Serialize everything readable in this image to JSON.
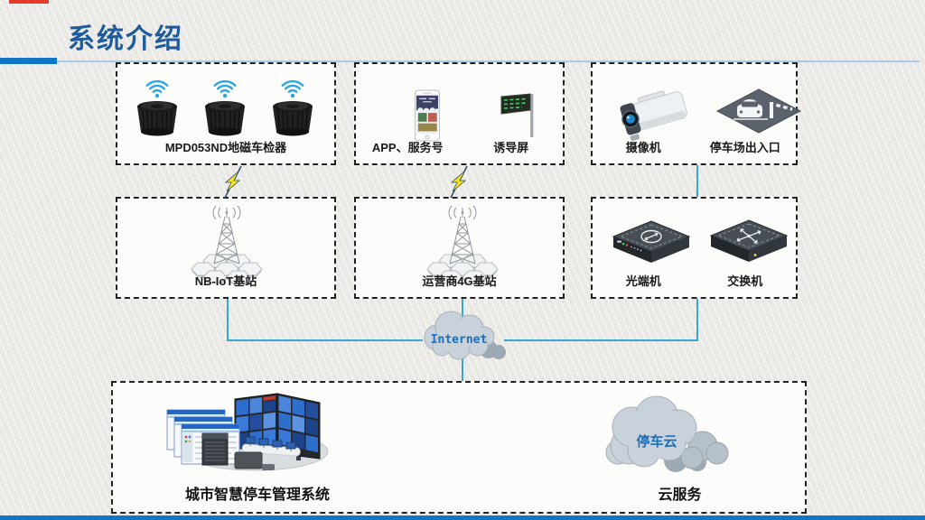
{
  "title": "系统介绍",
  "internet_label": "Internet",
  "boxes": {
    "detectors": {
      "label": "MPD053ND地磁车检器"
    },
    "mobile": {
      "app": "APP、服务号",
      "screen": "诱导屏"
    },
    "capture": {
      "camera": "摄像机",
      "gate": "停车场出入口"
    },
    "nbiot": {
      "label": "NB-IoT基站"
    },
    "lte4g": {
      "label": "运营商4G基站"
    },
    "network": {
      "optical": "光端机",
      "switch": "交换机"
    },
    "platform": {
      "system": "城市智慧停车管理系统",
      "cloud_service": "云服务",
      "cloud_text": "停车云"
    }
  },
  "colors": {
    "title_blue": "#1e5b9c",
    "accent_bar_blue": "#1077c8",
    "connector_cyan": "#35a8d8",
    "bolt_yellow": "#f6e320",
    "cloud_gray": "#c9d2da",
    "cloud_text_blue": "#1a6fbf",
    "wifi_blue": "#2aa7e0",
    "lens_blue": "#1d87c9"
  }
}
